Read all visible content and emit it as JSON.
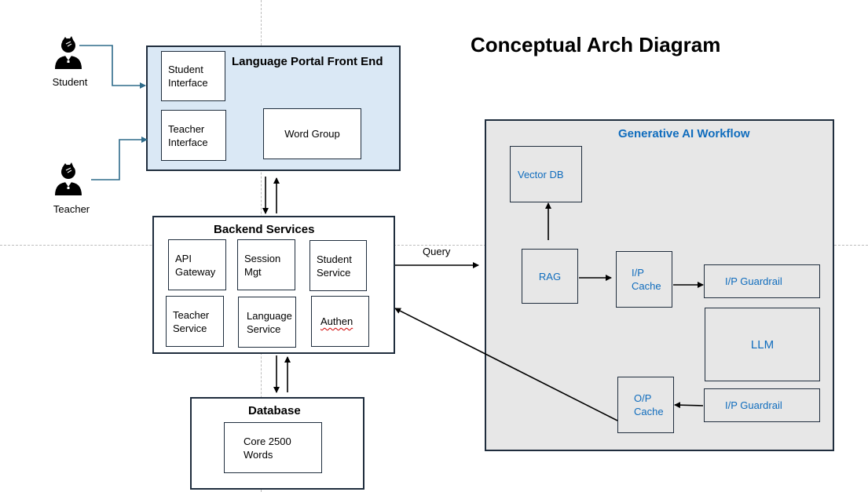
{
  "diagram": {
    "title": "Conceptual Arch Diagram",
    "actors": {
      "student": "Student",
      "teacher": "Teacher"
    },
    "frontend": {
      "title": "Language Portal Front End",
      "student_interface": "Student\nInterface",
      "teacher_interface": "Teacher\nInterface",
      "word_group": "Word Group"
    },
    "backend": {
      "title": "Backend Services",
      "api_gateway": "API\nGateway",
      "session_mgt": "Session\nMgt",
      "student_service": "Student\nService",
      "teacher_service": "Teacher\nService",
      "language_service": "Language\nService",
      "authen": "Authen"
    },
    "database": {
      "title": "Database",
      "core_words": "Core 2500\nWords"
    },
    "ai_workflow": {
      "title": "Generative AI Workflow",
      "vector_db": "Vector DB",
      "rag": "RAG",
      "ip_cache": "I/P\nCache",
      "ip_guardrail_top": "I/P Guardrail",
      "llm": "LLM",
      "op_cache": "O/P\nCache",
      "ip_guardrail_bottom": "I/P Guardrail"
    },
    "edges": {
      "query": "Query"
    },
    "colors": {
      "accent_blue": "#0f6cbd",
      "frontend_fill": "#dae8f5",
      "ai_fill": "#e7e7e7",
      "connector_blue": "#2e6b8a"
    }
  }
}
